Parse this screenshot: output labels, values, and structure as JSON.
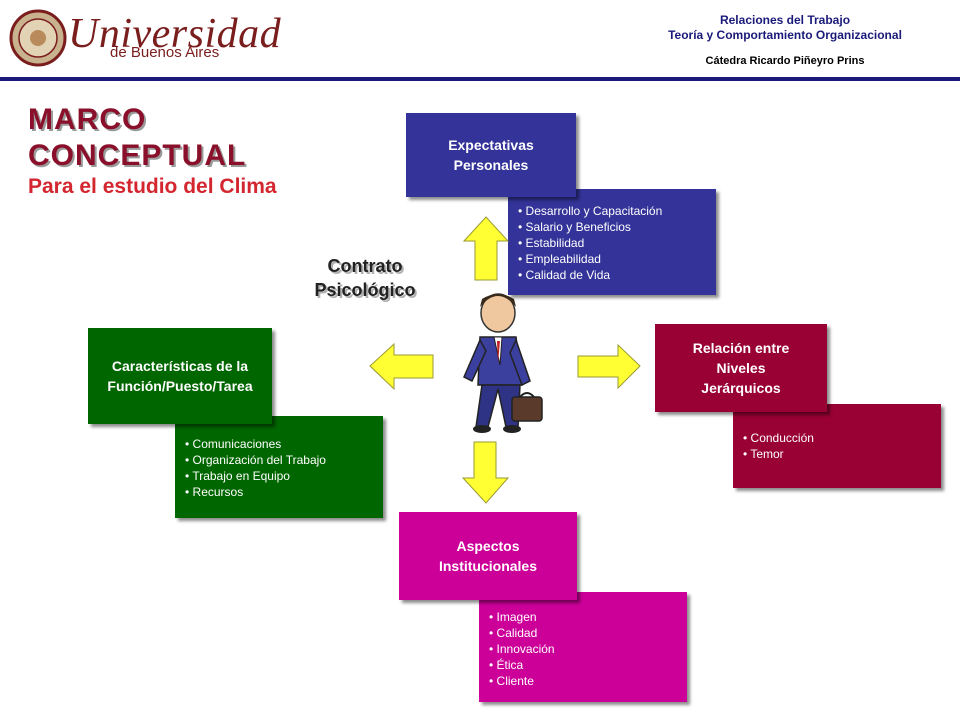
{
  "header": {
    "logo_word": "Universidad",
    "logo_sub": "de Buenos Aires",
    "line1": "Relaciones del Trabajo",
    "line2": "Teoría y Comportamiento Organizacional",
    "line3": "Cátedra Ricardo Piñeyro Prins"
  },
  "title": {
    "line1": "MARCO",
    "line2": "CONCEPTUAL",
    "subtitle": "Para el estudio del Clima"
  },
  "center": {
    "line1": "Contrato",
    "line2": "Psicológico"
  },
  "nodes": {
    "top": {
      "title1": "Expectativas",
      "title2": "Personales",
      "items": [
        "Desarrollo y Capacitación",
        "Salario y Beneficios",
        "Estabilidad",
        "Empleabilidad",
        "Calidad de Vida"
      ]
    },
    "left": {
      "title1": "Características de la",
      "title2": "Función/Puesto/Tarea",
      "items": [
        "Comunicaciones",
        "Organización del Trabajo",
        "Trabajo en Equipo",
        "Recursos"
      ]
    },
    "right": {
      "title1": "Relación entre",
      "title2": "Niveles",
      "title3": "Jerárquicos",
      "items": [
        "Conducción",
        "Temor"
      ]
    },
    "bottom": {
      "title1": "Aspectos",
      "title2": "Institucionales",
      "items": [
        "Imagen",
        "Calidad",
        "Innovación",
        "Ética",
        "Cliente"
      ]
    }
  },
  "colors": {
    "top": "#333399",
    "left": "#006600",
    "right": "#990033",
    "bottom": "#cc0099",
    "arrows": "#ffff33",
    "title": "#8a0f2a",
    "subtitle": "#d3262f"
  }
}
